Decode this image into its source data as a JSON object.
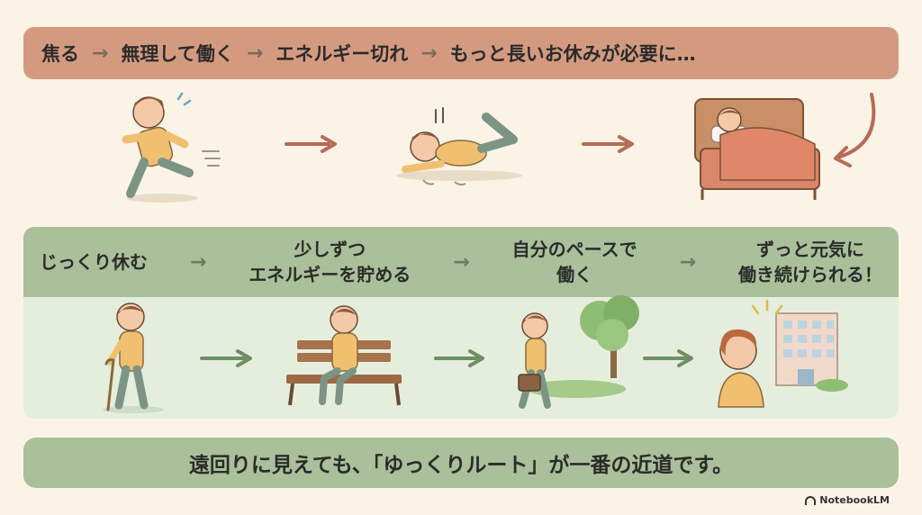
{
  "top_flow": {
    "steps": [
      "焦る",
      "無理して働く",
      "エネルギー切れ",
      "もっと長いお休みが必要に…"
    ],
    "arrow_glyph": "→"
  },
  "middle_flow": {
    "step1": "じっくり休む",
    "step2_line1": "少しずつ",
    "step2_line2": "エネルギーを貯める",
    "step3_line1": "自分のペースで",
    "step3_line2": "働く",
    "step4_line1": "ずっと元気に",
    "step4_line2": "働き続けられる！",
    "arrow_glyph": "→"
  },
  "conclusion": "遠回りに見えても、「ゆっくりルート」が一番の近道です。",
  "brand": "NotebookLM",
  "colors": {
    "background": "#faf3e6",
    "top_band": "#d49a80",
    "green_band": "#a9c09a",
    "green_panel": "#e5eedd",
    "top_arrow": "#b86a55",
    "green_arrow": "#6f8f66"
  }
}
